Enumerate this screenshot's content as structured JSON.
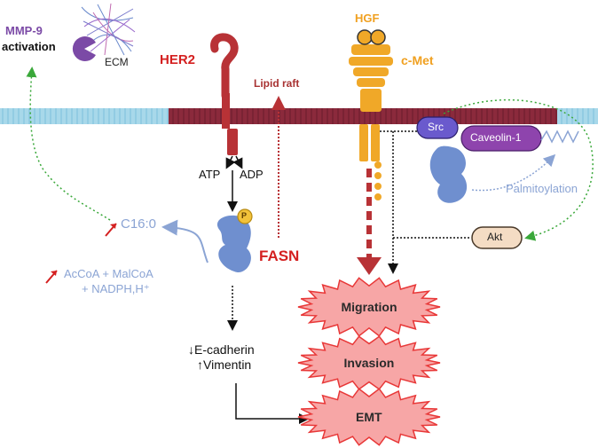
{
  "labels": {
    "mmp9": "MMP-9",
    "activation": "activation",
    "ecm": "ECM",
    "her2": "HER2",
    "lipid_raft": "Lipid raft",
    "hgf": "HGF",
    "cmet": "c-Met",
    "atp": "ATP",
    "adp": "ADP",
    "phospho": "P",
    "c16": "C16:0",
    "fasn": "FASN",
    "substrates_line1": "AcCoA + MalCoA",
    "substrates_line2": "+ NADPH,H⁺",
    "src": "Src",
    "caveolin": "Caveolin-1",
    "palmitoylation": "Palmitoylation",
    "akt": "Akt",
    "ecadherin": "↓E-cadherin",
    "vimentin": "↑Vimentin"
  },
  "outcomes": [
    "Migration",
    "Invasion",
    "EMT"
  ],
  "colors": {
    "membrane_blue": "#a8d8ea",
    "membrane_raft": "#8b2a3c",
    "her2": "#b83236",
    "cmet": "#f0a828",
    "enzyme_blue": "#6f8fcf",
    "src_purple": "#6a5acd",
    "caveolin_purple": "#8e44ad",
    "star_fill": "#f7a6a6",
    "star_stroke": "#e83838",
    "arrow_red": "#d42020",
    "arrow_green": "#3aa83a",
    "text_blue": "#8ba4d4"
  }
}
